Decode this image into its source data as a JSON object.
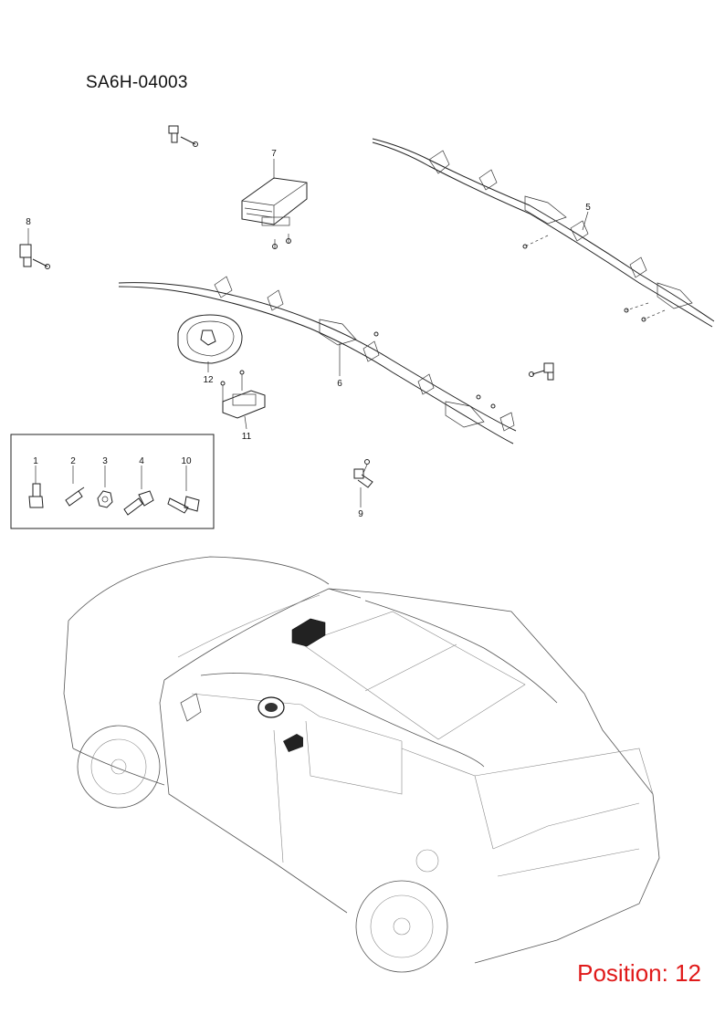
{
  "diagram_code": "SA6H-04003",
  "position_label": "Position: 12",
  "callouts": {
    "c1": "1",
    "c2": "2",
    "c3": "3",
    "c4": "4",
    "c10": "10",
    "c5": "5",
    "c6": "6",
    "c7": "7",
    "c8": "8",
    "c9": "9",
    "c11": "11",
    "c12": "12"
  },
  "colors": {
    "position_text": "#e01a1a",
    "line_art": "#222222"
  }
}
